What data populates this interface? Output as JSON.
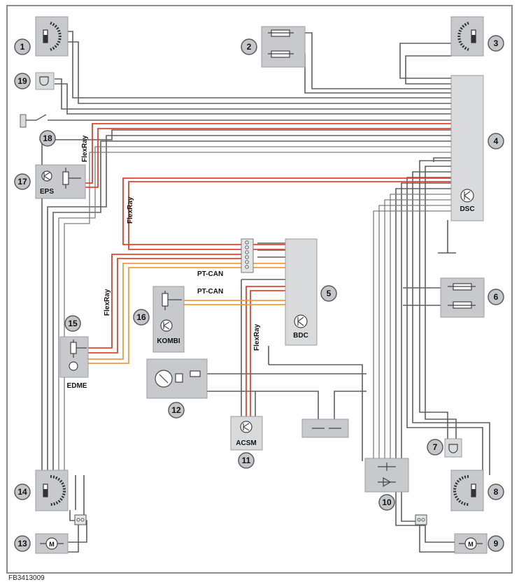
{
  "figure_id": "FB3413009",
  "callouts": [
    "1",
    "2",
    "3",
    "4",
    "5",
    "6",
    "7",
    "8",
    "9",
    "10",
    "11",
    "12",
    "13",
    "14",
    "15",
    "16",
    "17",
    "18",
    "19"
  ],
  "modules": {
    "dsc": "DSC",
    "bdc": "BDC",
    "eps": "EPS",
    "kombi": "KOMBI",
    "edme": "EDME",
    "acsm": "ACSM"
  },
  "bus_labels": {
    "flexray_eps": "FlexRay",
    "flexray_dsc": "FlexRay",
    "flexray_edme": "FlexRay",
    "flexray_acsm": "FlexRay",
    "ptcan_1": "PT-CAN",
    "ptcan_2": "PT-CAN"
  },
  "motor_symbol": "M",
  "colors": {
    "flexray": "#e8402c",
    "ptcan": "#f29a3a",
    "wire": "#5e5e5e",
    "component_fill": "#c7c9cc"
  }
}
